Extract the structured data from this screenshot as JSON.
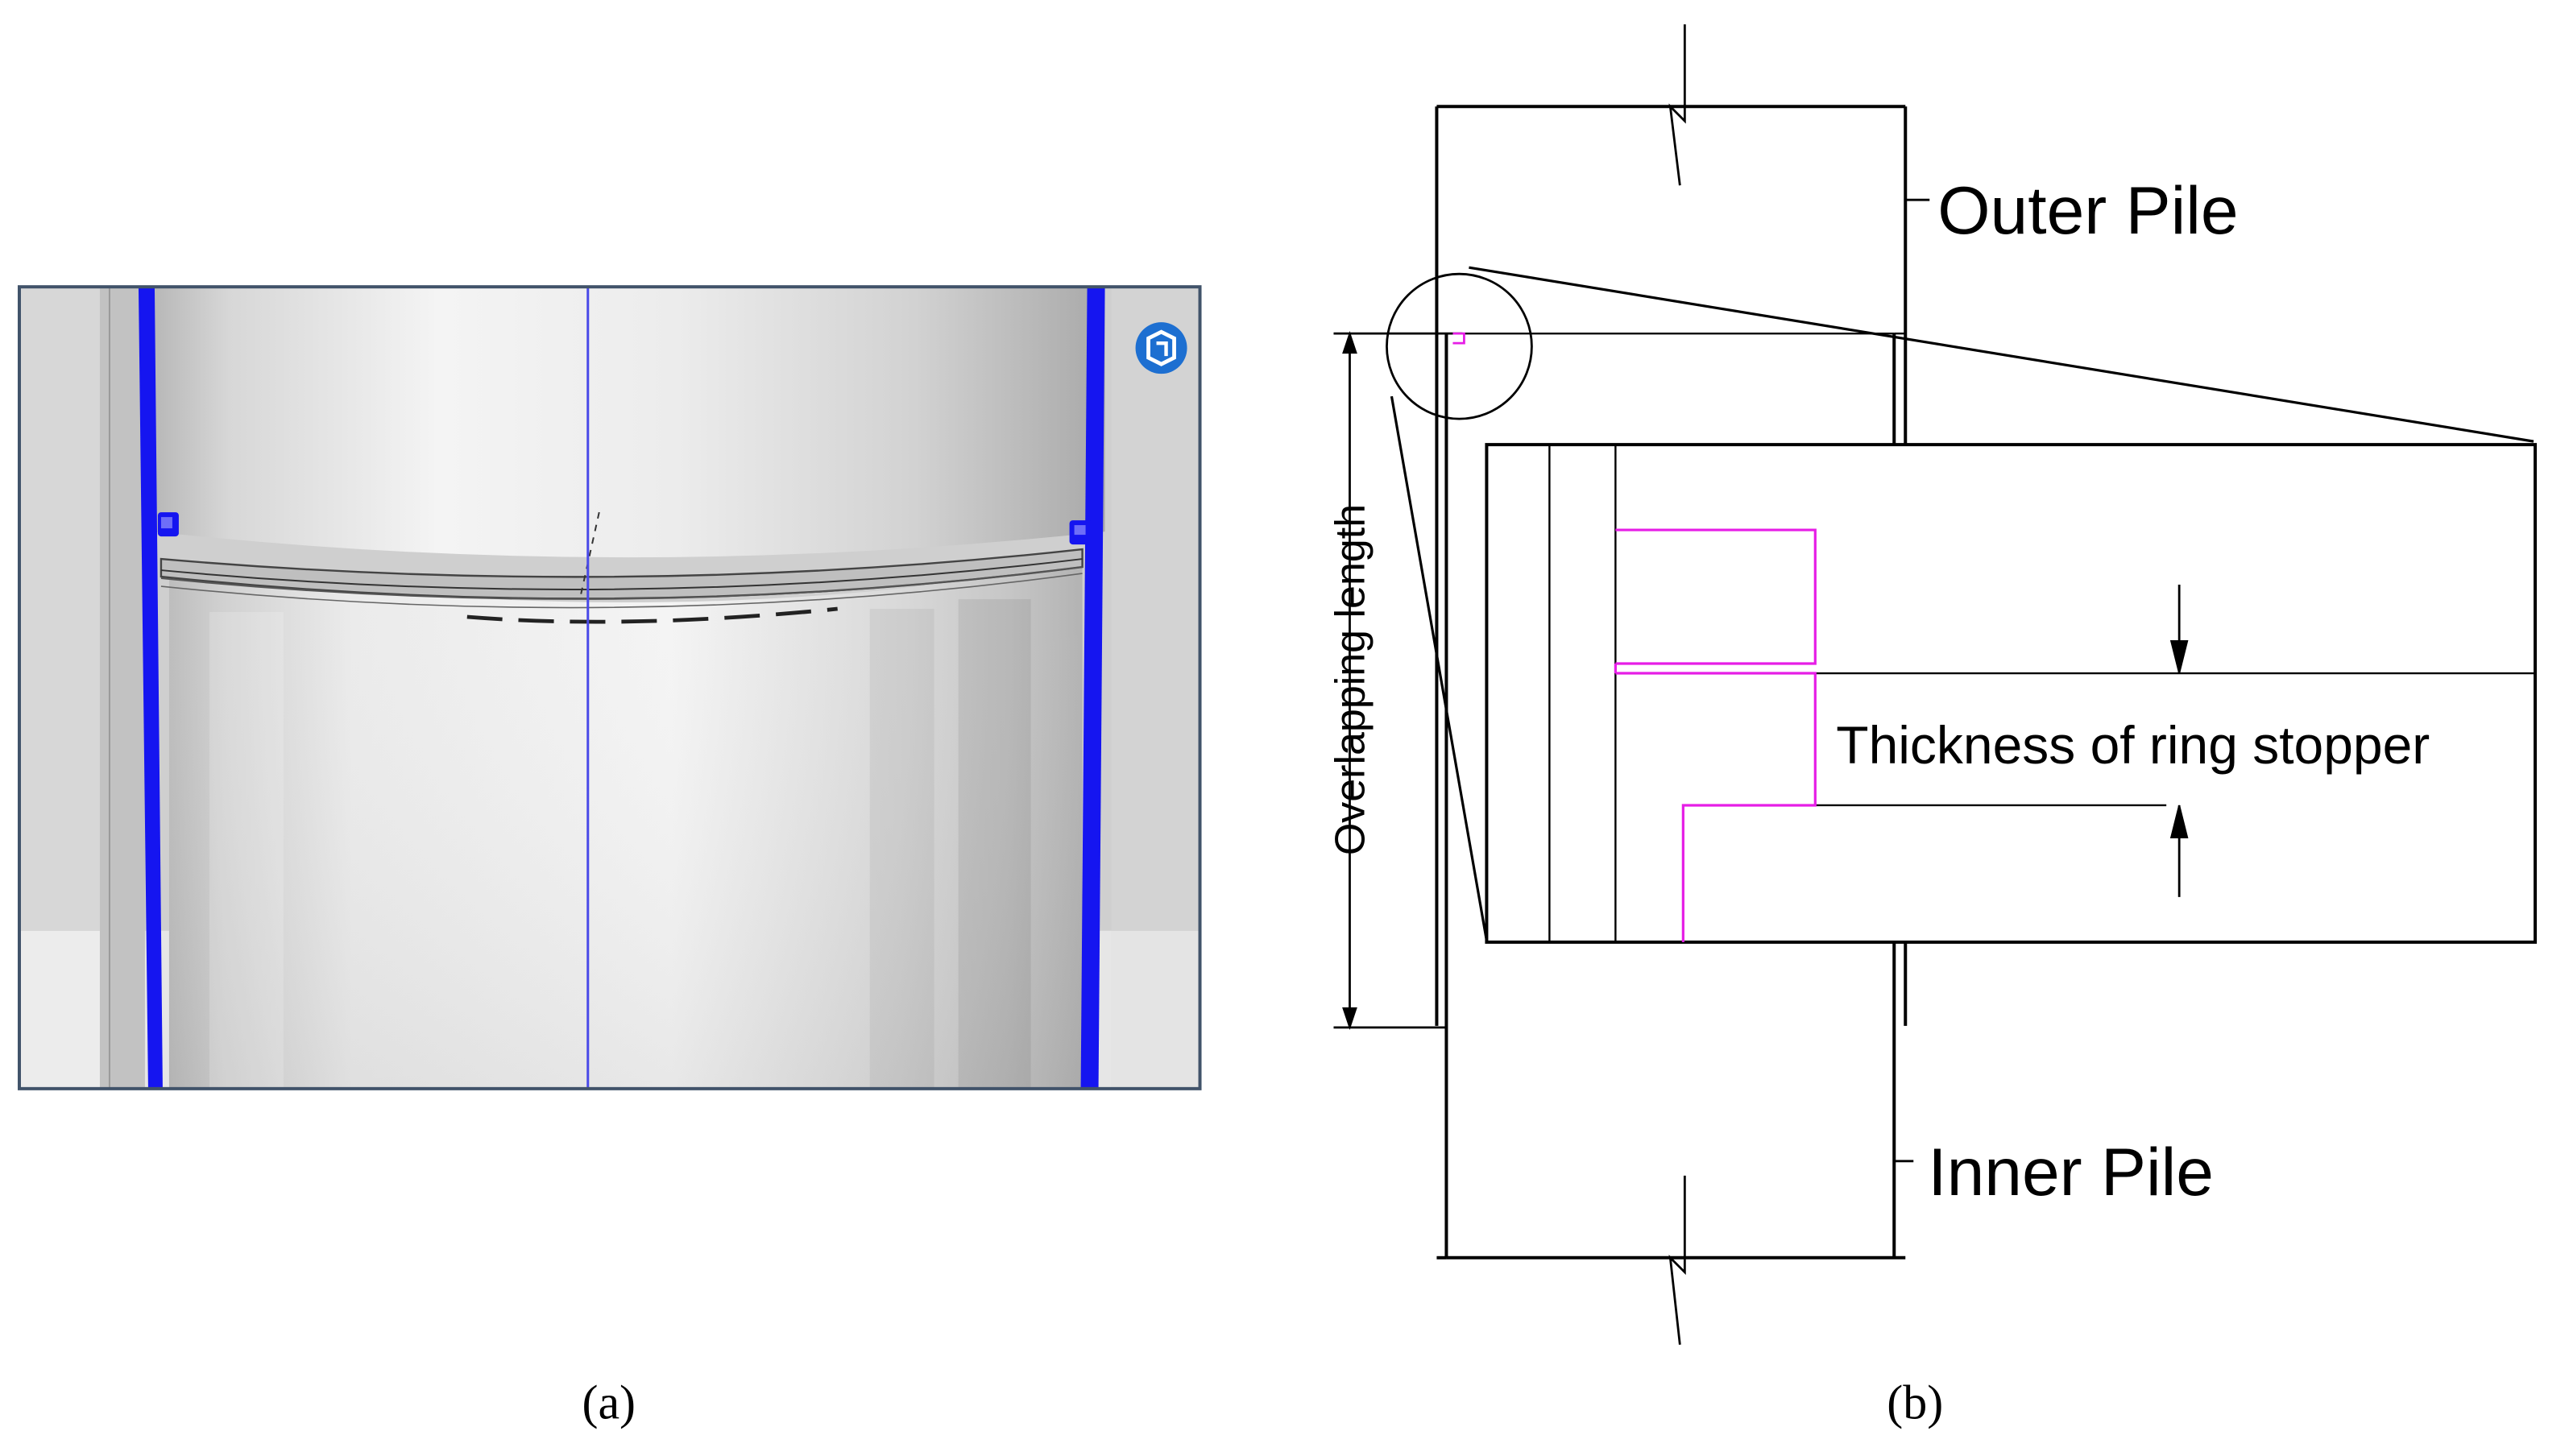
{
  "panel_a": {
    "caption": "(a)"
  },
  "panel_b": {
    "caption": "(b)",
    "labels": {
      "outer_pile": "Outer Pile",
      "inner_pile": "Inner Pile",
      "overlapping_length": "Overlapping length",
      "ring_thickness": "Thickness of ring stopper"
    }
  },
  "icons": {
    "sketchup_logo": "sketchup-logo-icon"
  },
  "colors": {
    "pile_outline": "#1515f0",
    "ring_stopper_outline": "#e61ee6",
    "frame_border": "#41536a",
    "line": "#000000",
    "background": "#ffffff"
  }
}
